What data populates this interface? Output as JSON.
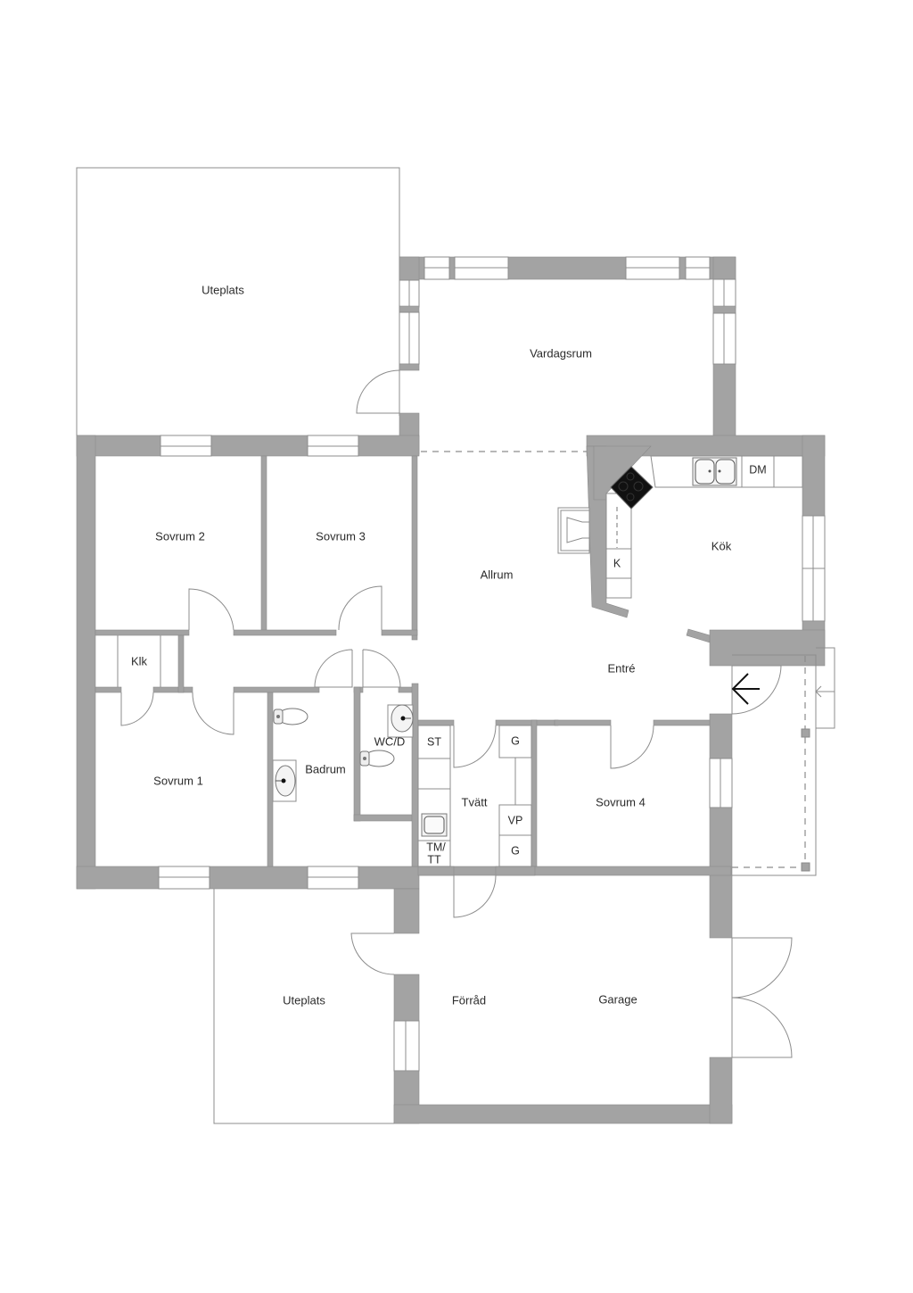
{
  "plan": {
    "colors": {
      "wall": "#a3a3a3",
      "line": "#8c8c8c",
      "text": "#2b2b2b",
      "hob": "#111111",
      "background": "#ffffff"
    },
    "rooms": {
      "uteplats_top": "Uteplats",
      "vardagsrum": "Vardagsrum",
      "sovrum2": "Sovrum 2",
      "sovrum3": "Sovrum 3",
      "allrum": "Allrum",
      "kok": "Kök",
      "klk": "Klk",
      "entre": "Entré",
      "sovrum1": "Sovrum 1",
      "badrum": "Badrum",
      "wcd": "WC/D",
      "tvatt": "Tvätt",
      "sovrum4": "Sovrum 4",
      "uteplats_bottom": "Uteplats",
      "forrad": "Förråd",
      "garage": "Garage"
    },
    "fixtures": {
      "dm": "DM",
      "k": "K",
      "st": "ST",
      "tm_line1": "TM/",
      "tm_line2": "TT",
      "g_top": "G",
      "vp": "VP",
      "g_bottom": "G"
    },
    "icons": [
      "entrance-arrow-icon",
      "stove-icon",
      "sink-icon",
      "toilet-icon",
      "washbasin-icon",
      "fireplace-icon",
      "door-swing-icon",
      "window-icon"
    ]
  }
}
